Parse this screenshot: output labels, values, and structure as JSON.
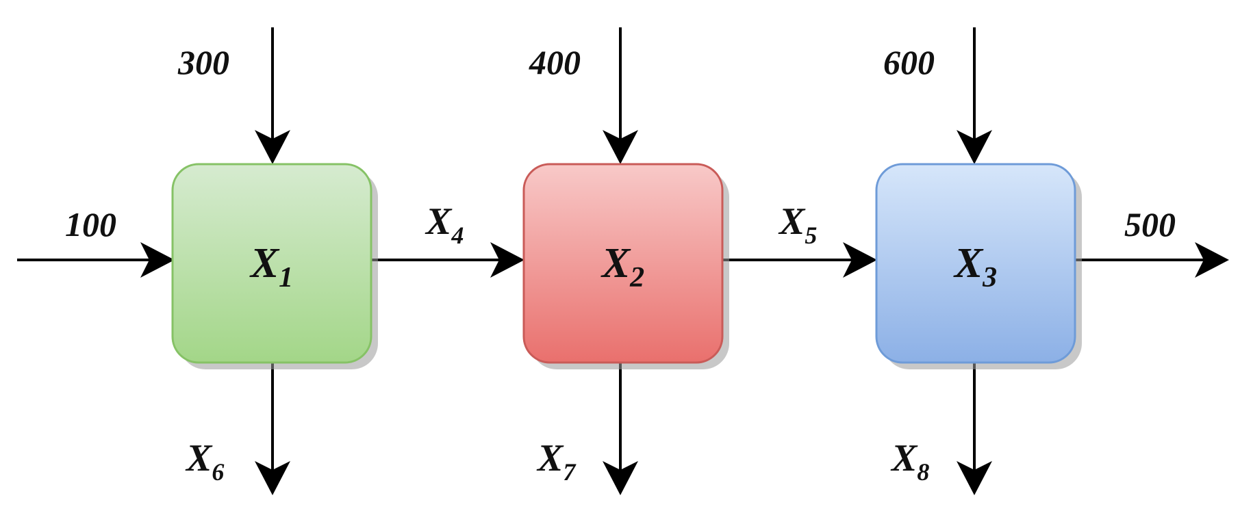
{
  "diagram": {
    "nodes": [
      {
        "id": "x1",
        "var": "X",
        "sub": "1",
        "fill_top": "#d6ebd0",
        "fill_bottom": "#a3d688",
        "stroke": "#86c266"
      },
      {
        "id": "x2",
        "var": "X",
        "sub": "2",
        "fill_top": "#f8c9c8",
        "fill_bottom": "#e9706d",
        "stroke": "#c95b58"
      },
      {
        "id": "x3",
        "var": "X",
        "sub": "3",
        "fill_top": "#d6e6fa",
        "fill_bottom": "#8cb0e6",
        "stroke": "#6e9bd8"
      }
    ],
    "inputs": {
      "feed": "100",
      "x1_top": "300",
      "x2_top": "400",
      "x3_top": "600"
    },
    "output": "500",
    "streams": {
      "x4": {
        "var": "X",
        "sub": "4"
      },
      "x5": {
        "var": "X",
        "sub": "5"
      },
      "x6": {
        "var": "X",
        "sub": "6"
      },
      "x7": {
        "var": "X",
        "sub": "7"
      },
      "x8": {
        "var": "X",
        "sub": "8"
      }
    }
  }
}
